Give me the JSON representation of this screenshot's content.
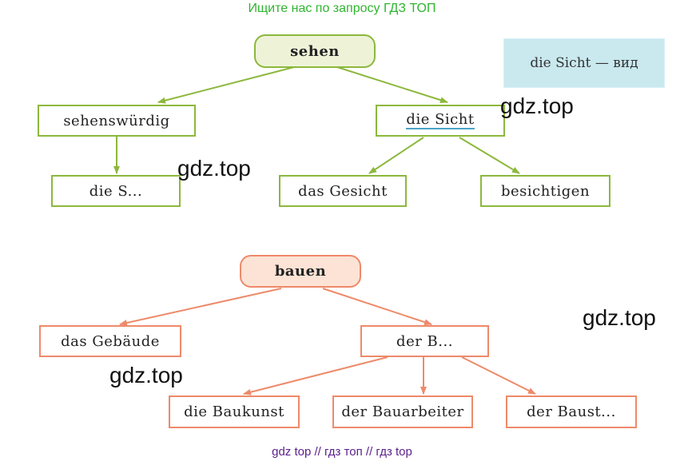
{
  "header": "Ищите нас по запросу ГДЗ ТОП",
  "footer": "gdz top  //  гдз топ  //  гдз top",
  "watermark": "gdz.top",
  "colors": {
    "green": "#8cb83c",
    "orange": "#ee8a6a",
    "note_bg": "#c9e9ef",
    "header": "#2fb52f"
  },
  "note": "die Sicht — вид",
  "tree1": {
    "root": "sehen",
    "left": "sehenswürdig",
    "left_child": "die S...",
    "right": "die Sicht",
    "right_child_1": "das Gesicht",
    "right_child_2": "besichtigen"
  },
  "tree2": {
    "root": "bauen",
    "left": "das Gebäude",
    "right": "der B...",
    "right_child_1": "die Baukunst",
    "right_child_2": "der Bauarbeiter",
    "right_child_3": "der Baust..."
  }
}
